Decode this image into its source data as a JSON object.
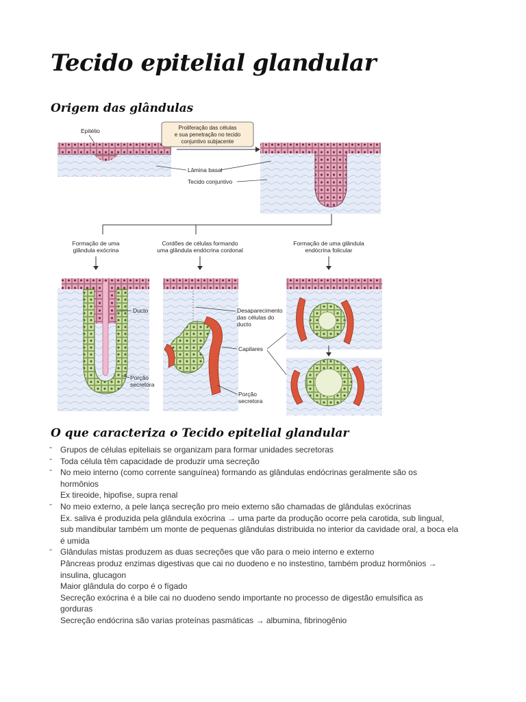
{
  "title": "Tecido epitelial glandular",
  "section1_title": "Origem das glândulas",
  "section2_title": "O que caracteriza o Tecido epitelial glandular",
  "figure": {
    "label_epitelio": "Epitélio",
    "box_line1": "Proliferação das células",
    "box_line2": "e sua penetração no tecido",
    "box_line3": "conjuntivo subjacente",
    "label_lamina": "Lâmina basal",
    "label_tecido": "Tecido conjuntivo",
    "branch1_line1": "Formação de uma",
    "branch1_line2": "glândula exócrina",
    "branch2_line1": "Cordões de células formando",
    "branch2_line2": "uma glândula endócrina cordonal",
    "branch3_line1": "Formação de uma glândula",
    "branch3_line2": "endócrina folicular",
    "label_ducto": "Ducto",
    "label_desap1": "Desaparecimento",
    "label_desap2": "das células do",
    "label_desap3": "ducto",
    "label_capilares": "Capilares",
    "label_porcao1_a": "Porção",
    "label_porcao1_b": "secretora",
    "label_porcao2_a": "Porção",
    "label_porcao2_b": "secretora"
  },
  "bullets": [
    {
      "lines": [
        "Grupos de células epiteliais se organizam para formar unidades secretoras"
      ]
    },
    {
      "lines": [
        "Toda célula têm capacidade de produzir uma secreção"
      ]
    },
    {
      "lines": [
        "No meio interno (como corrente sanguínea) formando as glândulas endócrinas geralmente são os",
        "hormônios",
        "Ex tireoide, hipofise, supra renal"
      ]
    },
    {
      "lines": [
        "No meio externo, a pele lança secreção pro meio externo são chamadas de glândulas exócrinas",
        "Ex. saliva é produzida pela glândula exócrina → uma parte da produção ocorre pela carotida, sub lingual,",
        "sub mandibular também um monte de pequenas glândulas distribuida no interior da cavidade oral, a boca ela",
        "é umida"
      ]
    },
    {
      "lines": [
        "Glândulas mistas produzem as duas secreções que vão para o meio interno e externo",
        "Pâncreas produz enzimas digestivas que cai no duodeno e no instestino, também produz hormônios →",
        "insulina, glucagon",
        "Maior glândula do corpo é o fígado",
        "Secreção exócrina é a bile cai no duodeno sendo importante no processo de digestão emulsifica as",
        "gorduras",
        "Secreção endócrina são varias proteínas pasmáticas → albumina, fibrinogênio"
      ]
    }
  ]
}
